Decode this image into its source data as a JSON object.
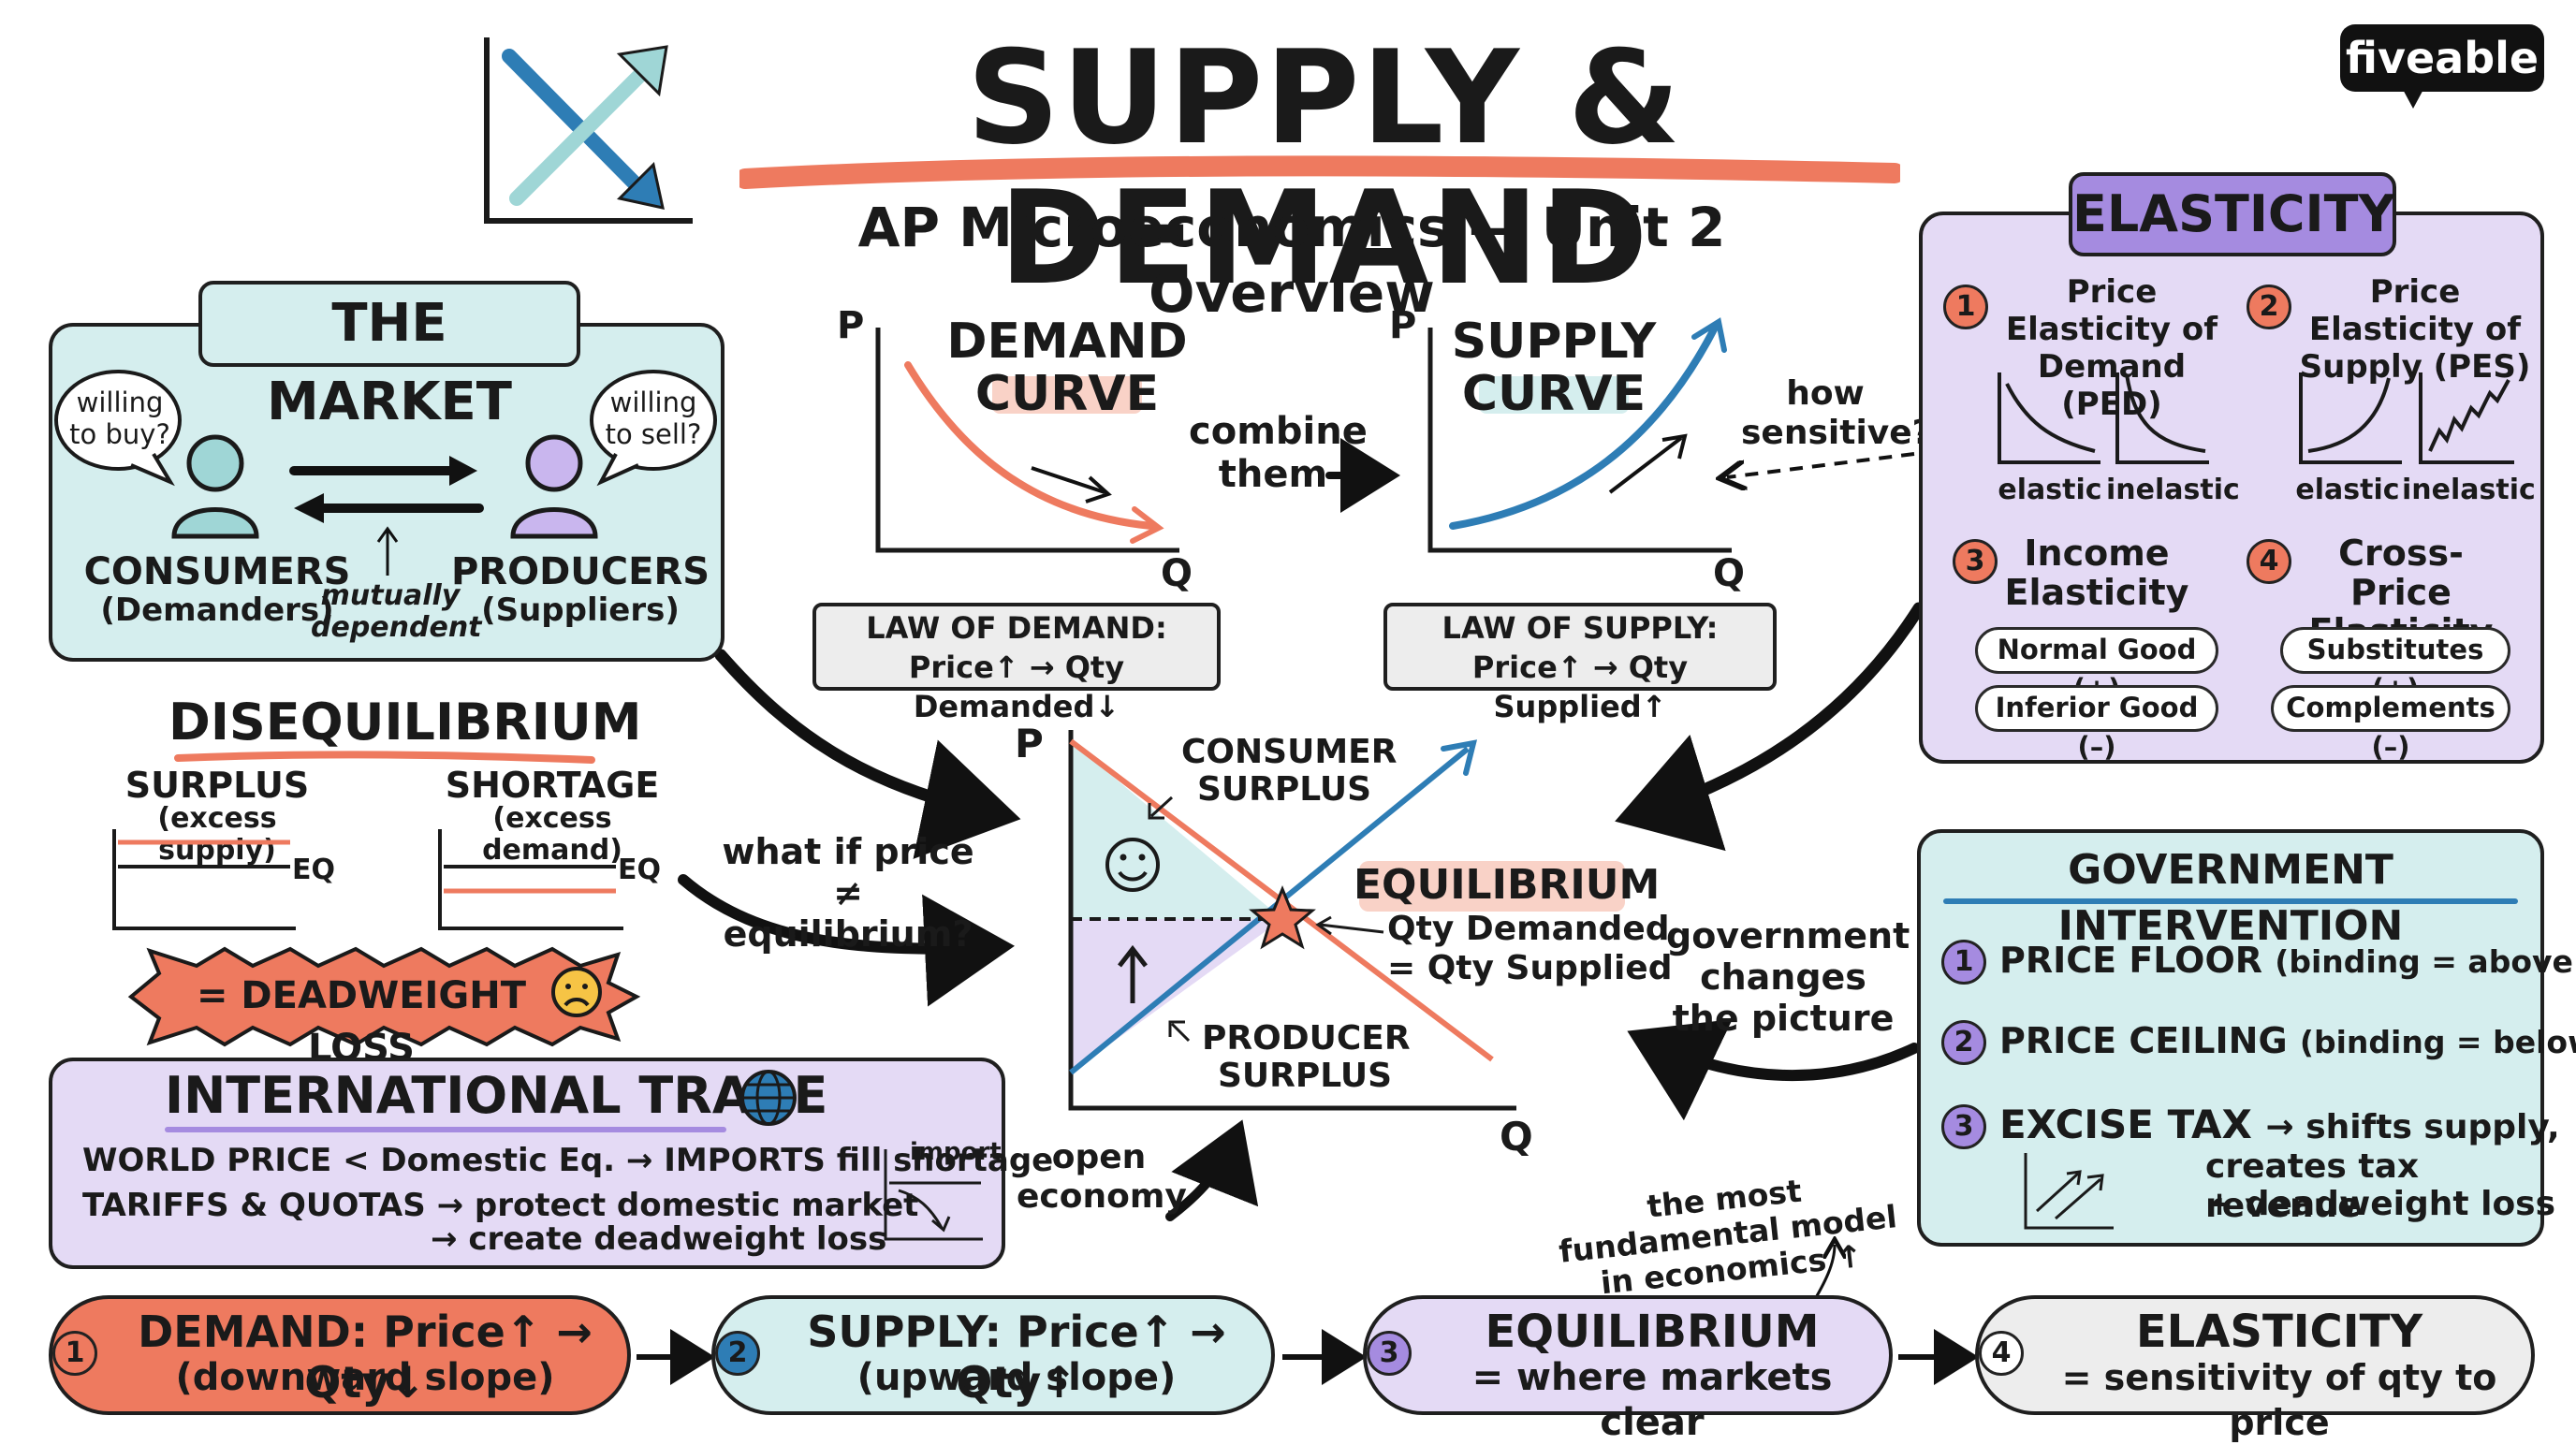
{
  "header": {
    "title": "SUPPLY & DEMAND",
    "subtitle": "AP Microeconomics — Unit 2 Overview",
    "brand": "fiveable",
    "brand_icon": "fiveable-logo",
    "title_icon": "crossing-arrows-icon"
  },
  "colors": {
    "accent": "#EE7A5F",
    "blue": "#2E7DB5",
    "teal_fill": "#D5EEEE",
    "purple_fill": "#E4DAF5",
    "gray_fill": "#EDEDED",
    "purple": "#A58BE0"
  },
  "market": {
    "title": "THE MARKET",
    "bubble_left": "willing to buy?",
    "bubble_right": "willing to sell?",
    "consumers": "CONSUMERS",
    "consumers_sub": "(Demanders)",
    "producers": "PRODUCERS",
    "producers_sub": "(Suppliers)",
    "mutual": "mutually dependent"
  },
  "demand_panel": {
    "p": "P",
    "q": "Q",
    "title_1": "DEMAND",
    "title_2": "CURVE",
    "law_1": "LAW OF DEMAND:",
    "law_2": "Price↑ → Qty Demanded↓"
  },
  "combine": "combine them",
  "supply_panel": {
    "p": "P",
    "q": "Q",
    "title_1": "SUPPLY",
    "title_2": "CURVE",
    "law_1": "LAW OF SUPPLY:",
    "law_2": "Price↑ → Qty Supplied↑"
  },
  "how_sensitive": "how sensitive?",
  "elasticity": {
    "title": "ELASTICITY",
    "items": [
      {
        "num": "1",
        "label": "Price Elasticity of Demand (PED)"
      },
      {
        "num": "2",
        "label": "Price Elasticity of Supply (PES)"
      },
      {
        "num": "3",
        "label": "Income Elasticity"
      },
      {
        "num": "4",
        "label": "Cross-Price Elasticity"
      }
    ],
    "elastic": "elastic",
    "inelastic": "inelastic",
    "pills": [
      "Normal Good (+)",
      "Substitutes (+)",
      "Inferior Good (–)",
      "Complements (–)"
    ]
  },
  "disequilibrium": {
    "title": "DISEQUILIBRIUM",
    "surplus": "SURPLUS",
    "surplus_sub": "(excess supply)",
    "shortage": "SHORTAGE",
    "shortage_sub": "(excess demand)",
    "eq": "EQ",
    "deadweight": "= DEADWEIGHT LOSS",
    "sad_icon": "sad-face-icon"
  },
  "what_if": "what if price ≠ equilibrium?",
  "main_graph": {
    "p": "P",
    "q": "Q",
    "consumer_surplus": "CONSUMER SURPLUS",
    "producer_surplus": "PRODUCER SURPLUS",
    "equilibrium": "EQUILIBRIUM",
    "eq_line_1": "Qty Demanded",
    "eq_line_2": "= Qty Supplied",
    "smile_icon": "smiley-face-icon",
    "star_icon": "star-icon"
  },
  "government_changes": "government changes the picture",
  "government": {
    "title": "GOVERNMENT INTERVENTION",
    "items": [
      {
        "num": "1",
        "bold": "PRICE FLOOR",
        "rest": "(binding = above eq.)"
      },
      {
        "num": "2",
        "bold": "PRICE CEILING",
        "rest": "(binding = below eq.)"
      },
      {
        "num": "3",
        "bold": "EXCISE TAX",
        "rest": "→ shifts supply,"
      }
    ],
    "tax_line_2": "creates tax revenue",
    "tax_line_3": "+ deadweight loss"
  },
  "trade": {
    "title": "INTERNATIONAL TRADE",
    "globe_icon": "globe-icon",
    "line_1": "WORLD PRICE < Domestic Eq. → IMPORTS fill shortage",
    "line_2": "TARIFFS & QUOTAS → protect domestic market",
    "line_3": "→ create deadweight loss",
    "import": "import"
  },
  "open_economy": "open economy",
  "fundamental": "the most fundamental model in economics ↑",
  "steps": [
    {
      "num": "1",
      "line_1": "DEMAND: Price↑ → Qty↓",
      "line_2": "(downward slope)"
    },
    {
      "num": "2",
      "line_1": "SUPPLY: Price↑ → Qty↑",
      "line_2": "(upward slope)"
    },
    {
      "num": "3",
      "line_1": "EQUILIBRIUM",
      "line_2": "= where markets clear"
    },
    {
      "num": "4",
      "line_1": "ELASTICITY",
      "line_2": "= sensitivity of qty to price"
    }
  ]
}
